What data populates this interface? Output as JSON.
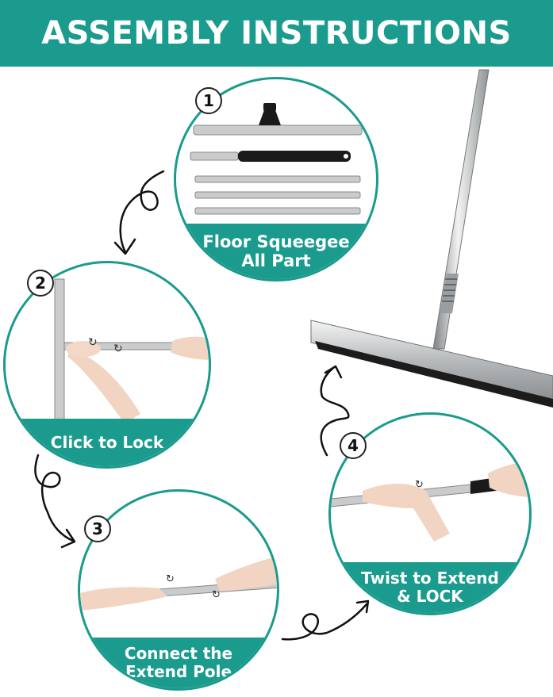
{
  "title": "ASSEMBLY INSTRUCTIONS",
  "colors": {
    "accent": "#1a9b8d",
    "steel": "#c9cbcc",
    "handle": "#1a1a1a"
  },
  "steps": [
    {
      "number": "1",
      "caption_line1": "Floor Squeegee",
      "caption_line2": "All Part"
    },
    {
      "number": "2",
      "caption_line1": "Click to Lock",
      "caption_line2": ""
    },
    {
      "number": "3",
      "caption_line1": "Connect the",
      "caption_line2": "Extend Pole"
    },
    {
      "number": "4",
      "caption_line1": "Twist to Extend",
      "caption_line2": "& LOCK"
    }
  ],
  "icons": [
    "curly-arrow-icon",
    "rotate-icon",
    "assembled-squeegee-illustration"
  ]
}
